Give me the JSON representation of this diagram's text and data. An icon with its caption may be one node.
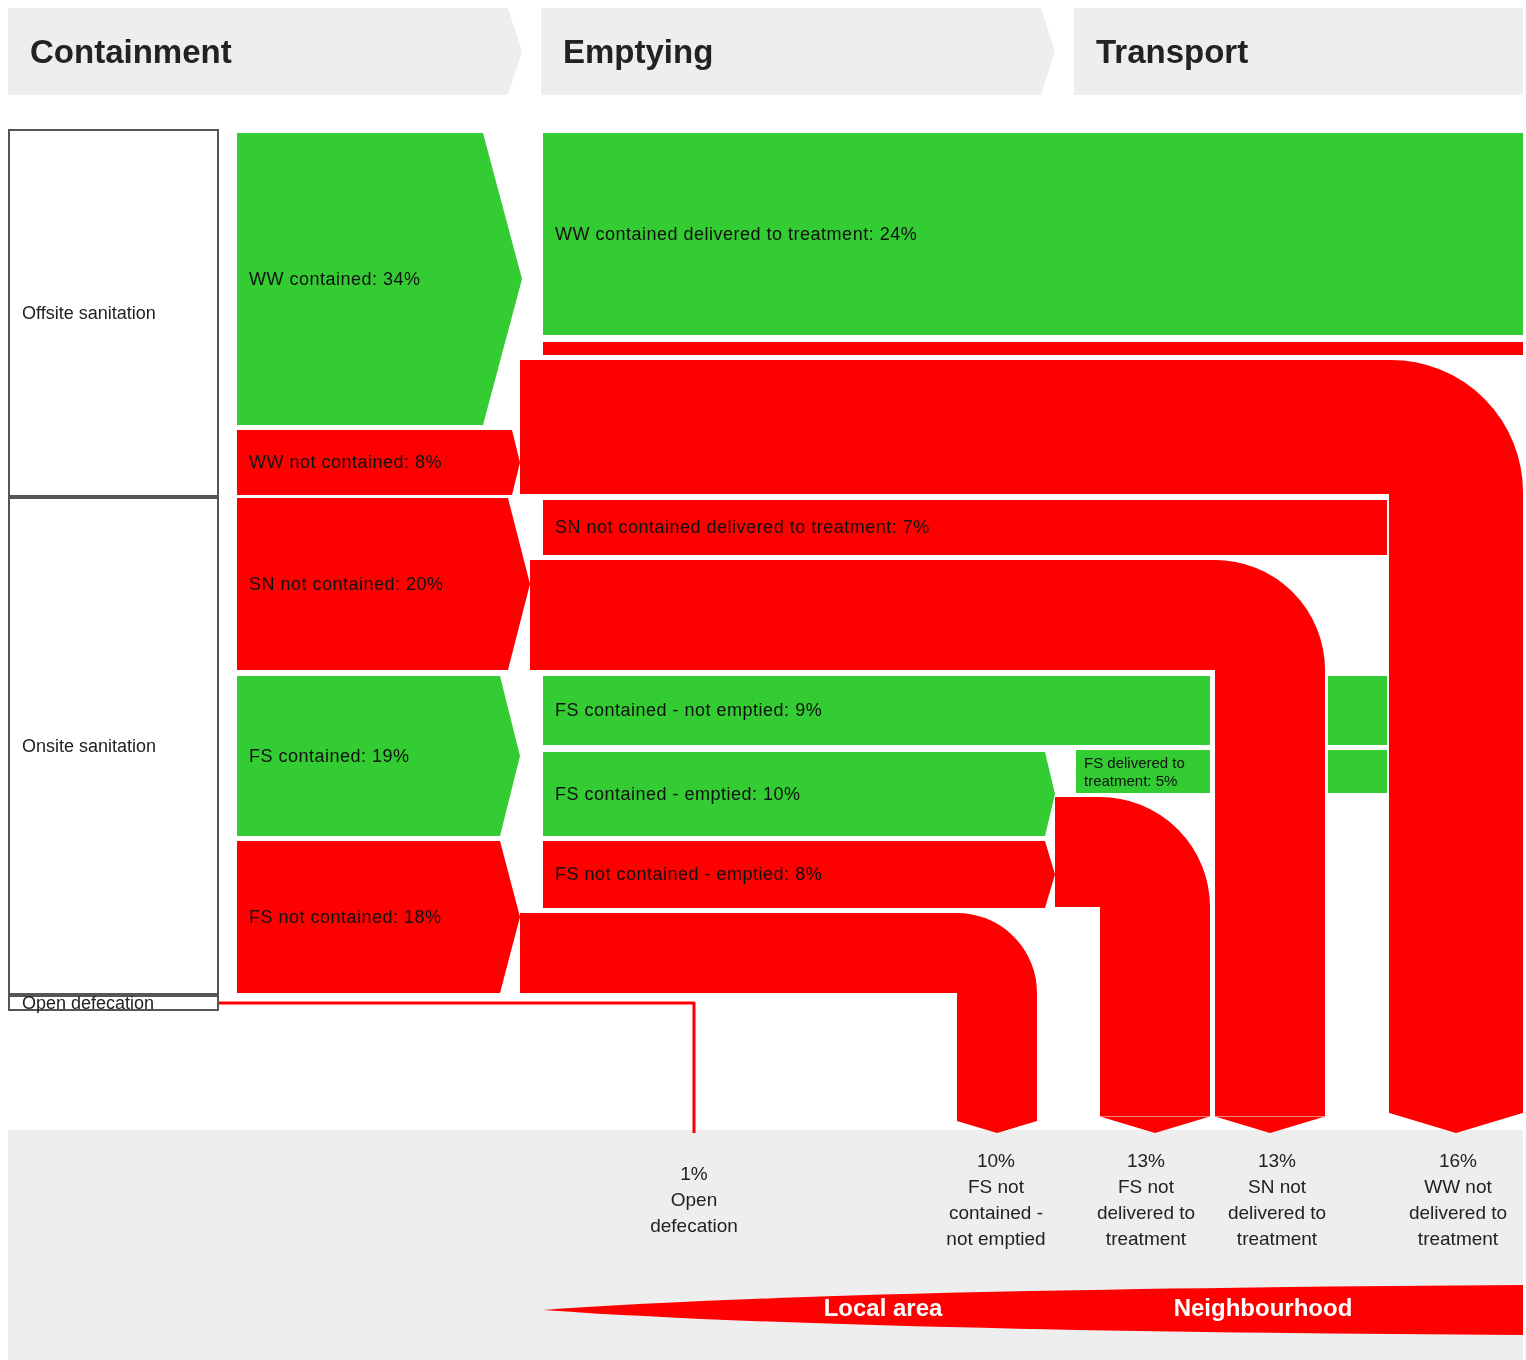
{
  "diagram": {
    "nodes": [
      {
        "text": [
          "Containment"
        ]
      },
      {
        "text": [
          "Emptying"
        ]
      },
      {
        "text": [
          "Transport"
        ]
      },
      {
        "text": [
          "Offsite sanitation"
        ]
      },
      {
        "text": [
          "Onsite sanitation"
        ]
      },
      {
        "text": [
          "Open defecation"
        ]
      },
      {
        "text": [
          "WW contained: 34%"
        ]
      },
      {
        "text": [
          "WW not contained: 8%"
        ]
      },
      {
        "text": [
          "SN not contained: 20%"
        ]
      },
      {
        "text": [
          "FS contained: 19%"
        ]
      },
      {
        "text": [
          "FS not contained: 18%"
        ]
      },
      {
        "text": [
          "WW contained delivered to treatment: 24%"
        ]
      },
      {
        "text": [
          "SN not contained delivered to treatment: 7%"
        ]
      },
      {
        "text": [
          "FS contained - not emptied: 9%"
        ]
      },
      {
        "text": [
          "FS contained - emptied: 10%"
        ]
      },
      {
        "text": [
          "FS not contained - emptied: 8%"
        ]
      },
      {
        "text": [
          "FS delivered to treatment: 5%"
        ]
      },
      {
        "text": [
          "1%",
          "Open defecation"
        ]
      },
      {
        "text": [
          "10%",
          "FS not contained - not emptied"
        ]
      },
      {
        "text": [
          "13%",
          "FS not delivered to treatment"
        ]
      },
      {
        "text": [
          "13%",
          "SN not delivered to treatment"
        ]
      },
      {
        "text": [
          "16%",
          "WW not delivered to treatment"
        ]
      },
      {
        "text": [
          "Local area",
          "Neighbourhood"
        ]
      }
    ],
    "edges": [
      {
        "from": 5,
        "to": 17,
        "arrow": "none"
      },
      {
        "from": 7,
        "to": 21,
        "arrow": "to"
      },
      {
        "from": 8,
        "to": 20,
        "arrow": "to"
      },
      {
        "from": 15,
        "to": 19,
        "arrow": "to"
      },
      {
        "from": 10,
        "to": 18,
        "arrow": "to"
      }
    ]
  }
}
